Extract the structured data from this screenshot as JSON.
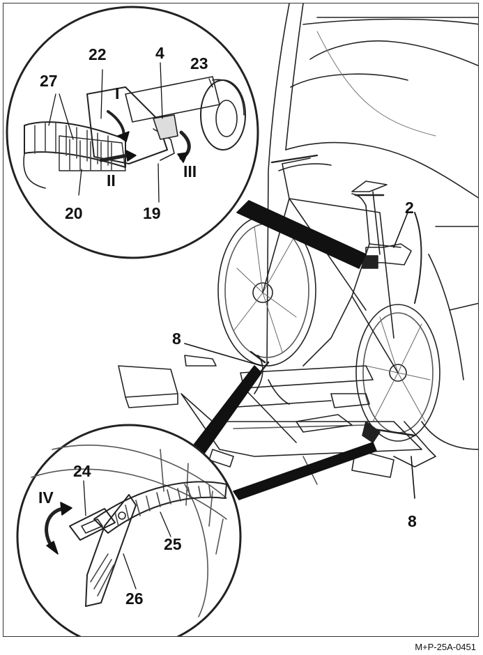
{
  "figure": {
    "caption": "M+P-25A-0451",
    "callouts": {
      "c4": "4",
      "c22": "22",
      "c23": "23",
      "c27": "27",
      "cI": "I",
      "cII": "II",
      "cIII": "III",
      "c20": "20",
      "c19": "19",
      "c2": "2",
      "c8a": "8",
      "c8b": "8",
      "c24": "24",
      "cIV": "IV",
      "c25": "25",
      "c26": "26"
    }
  }
}
